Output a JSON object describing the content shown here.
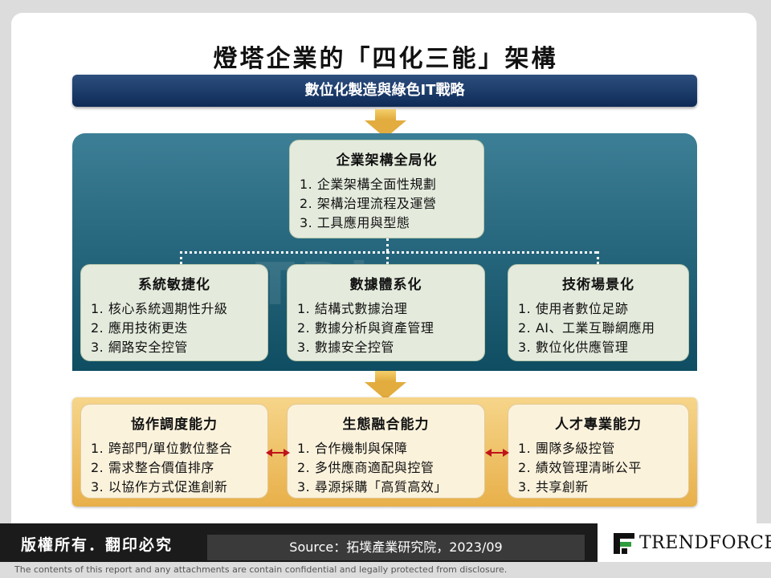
{
  "title": "燈塔企業的「四化三能」架構",
  "strategy": "數位化製造與綠色IT戰略",
  "top_box": {
    "title": "企業架構全局化",
    "items": [
      "1.  企業架構全面性規劃",
      "2.  架構治理流程及運營",
      "3.  工具應用與型態"
    ]
  },
  "mid_boxes": [
    {
      "title": "系統敏捷化",
      "items": [
        "1.  核心系統週期性升級",
        "2.  應用技術更迭",
        "3.  網路安全控管"
      ]
    },
    {
      "title": "數據體系化",
      "items": [
        "1.  結構式數據治理",
        "2.  數據分析與資產管理",
        "3.  數據安全控管"
      ]
    },
    {
      "title": "技術場景化",
      "items": [
        "1.  使用者數位足跡",
        "2.  AI、工業互聯網應用",
        "3.  數位化供應管理"
      ]
    }
  ],
  "bottom_boxes": [
    {
      "title": "協作調度能力",
      "items": [
        "1.  跨部門/單位數位整合",
        "2.  需求整合價值排序",
        "3.  以協作方式促進創新"
      ]
    },
    {
      "title": "生態融合能力",
      "items": [
        "1.  合作機制與保障",
        "2.  多供應商適配與控管",
        "3.  尋源採購「高質高效」"
      ]
    },
    {
      "title": "人才專業能力",
      "items": [
        "1.  團隊多級控管",
        "2.  績效管理清晰公平",
        "3.  共享創新"
      ]
    }
  ],
  "footer": {
    "copyright": "版權所有．翻印必究",
    "source": "Source：拓墣產業研究院，2023/09",
    "logo_text": "TRENDFORCE",
    "disclaimer": "The contents of this report and any attachments are contain confidential and legally protected from disclosure."
  },
  "colors": {
    "navy": "#0e2a56",
    "teal": "#0f4d62",
    "gold": "#e8b04a",
    "red_arrow": "#c0141b"
  }
}
